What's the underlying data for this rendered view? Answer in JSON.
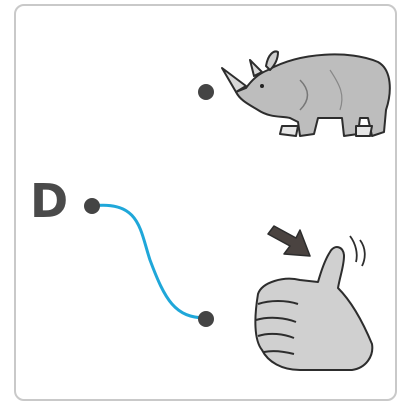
{
  "puzzle": {
    "letter": "D",
    "items": [
      {
        "id": "rhino",
        "icon": "rhino-icon"
      },
      {
        "id": "thumb",
        "icon": "thumbs-up-icon"
      }
    ],
    "connector_color": "#1fa7d9",
    "dot_color": "#444444"
  }
}
